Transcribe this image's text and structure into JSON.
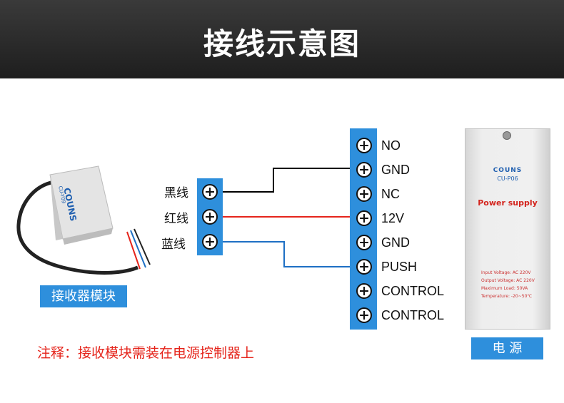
{
  "header": {
    "title": "接线示意图"
  },
  "receiver": {
    "brand": "COUNS",
    "model": "CU-Y09",
    "caption": "接收器模块",
    "wire_labels": [
      "黑线",
      "红线",
      "蓝线"
    ]
  },
  "terminal_block": {
    "labels": [
      "NO",
      "GND",
      "NC",
      "12V",
      "GND",
      "PUSH",
      "CONTROL",
      "CONTROL"
    ]
  },
  "wiring": [
    {
      "from": "黑线",
      "to": "GND",
      "color": "#000000"
    },
    {
      "from": "红线",
      "to": "12V",
      "color": "#e5241b"
    },
    {
      "from": "蓝线",
      "to": "PUSH",
      "color": "#1e6fc4"
    }
  ],
  "power_supply": {
    "brand": "COUNS",
    "model": "CU-P06",
    "title": "Power supply",
    "specs": [
      "Input Voltage:  AC 220V",
      "Output Voltage: AC 220V",
      "Maximum  Load:  50VA",
      "Temperature:  -20~50℃"
    ],
    "caption": "电 源"
  },
  "note": "注释：接收模块需装在电源控制器上",
  "colors": {
    "accent": "#2e8fdc",
    "note": "#e5241b",
    "header": "#2a2a2a"
  }
}
